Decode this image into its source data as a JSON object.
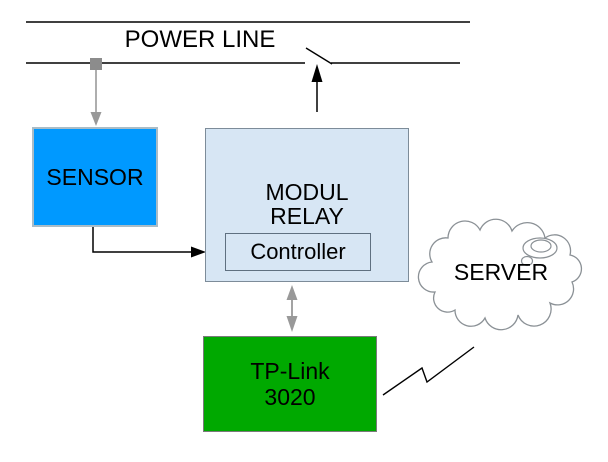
{
  "diagram": {
    "power_line": {
      "label": "POWER LINE"
    },
    "sensor": {
      "label": "SENSOR",
      "fill": "#0099FF"
    },
    "modul_relay": {
      "label_line1": "MODUL",
      "label_line2": "RELAY",
      "fill": "#D7E6F4"
    },
    "controller": {
      "label": "Controller"
    },
    "tplink": {
      "label_line1": "TP-Link",
      "label_line2": "3020",
      "fill": "#00A900"
    },
    "server": {
      "label": "SERVER"
    },
    "edges": [
      {
        "from": "power_line",
        "to": "sensor",
        "style": "gray-arrow-down"
      },
      {
        "from": "sensor",
        "to": "modul_relay",
        "style": "black-elbow-arrow"
      },
      {
        "from": "modul_relay",
        "to": "power_line_switch",
        "style": "black-arrow-up"
      },
      {
        "from": "modul_relay",
        "to": "tplink",
        "style": "gray-double-arrow"
      },
      {
        "from": "tplink",
        "to": "server",
        "style": "zigzag-wireless"
      }
    ],
    "colors": {
      "sensor_fill": "#0099FF",
      "relay_fill": "#D7E6F4",
      "tplink_fill": "#00A900",
      "connector_gray": "#999999",
      "cloud_outline": "#8B9196",
      "line_black": "#000000"
    }
  }
}
